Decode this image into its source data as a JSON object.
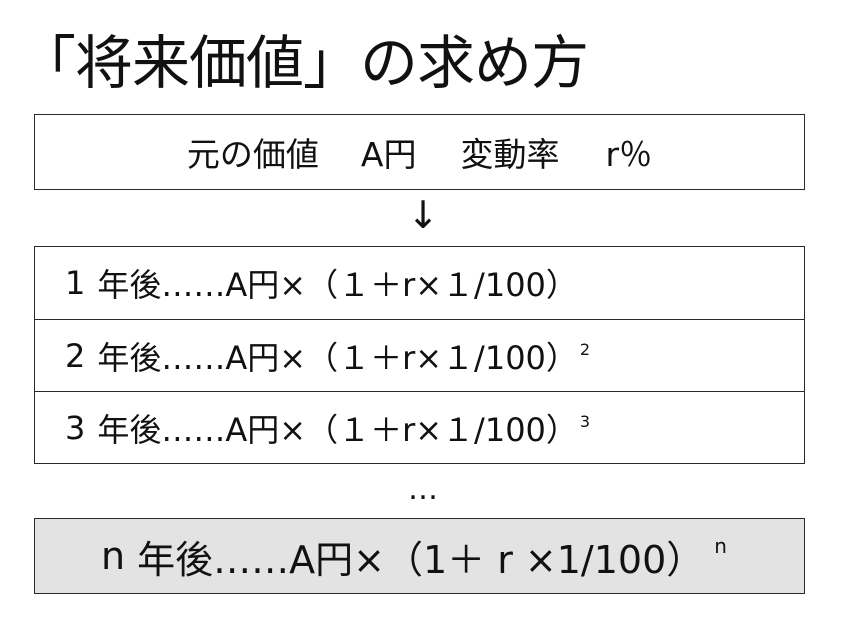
{
  "title": "「将来価値」の求め方",
  "info": {
    "original_value_label": "元の価値",
    "amount": "A円",
    "rate_label": "変動率",
    "rate": "r％"
  },
  "arrow": "↓",
  "rows": [
    {
      "year": "1",
      "label": "年後……",
      "formula": "A円×（１＋r×１/100）",
      "exponent": ""
    },
    {
      "year": "2",
      "label": "年後……",
      "formula": "A円×（１＋r×１/100）",
      "exponent": "2"
    },
    {
      "year": "3",
      "label": "年後……",
      "formula": "A円×（１＋r×１/100）",
      "exponent": "3"
    }
  ],
  "ellipsis": "…",
  "general": {
    "year": "n",
    "label": "年後……",
    "formula": "A円×（1＋ r ×1/100）",
    "exponent": "n"
  }
}
